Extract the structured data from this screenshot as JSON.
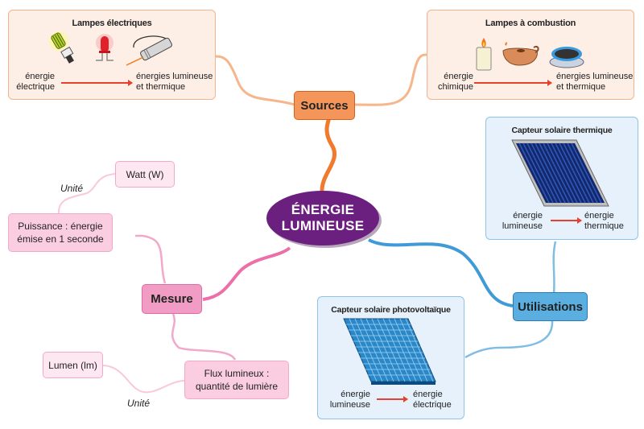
{
  "center": {
    "line1": "ÉNERGIE",
    "line2": "LUMINEUSE"
  },
  "sources": {
    "label": "Sources",
    "electric": {
      "title": "Lampes électriques",
      "icons": [
        "cfl-bulb-icon",
        "led-icon",
        "laser-pointer-icon"
      ],
      "from": [
        "énergie",
        "électrique"
      ],
      "to": [
        "énergies lumineuse",
        "et thermique"
      ]
    },
    "combustion": {
      "title": "Lampes à combustion",
      "icons": [
        "candle-icon",
        "oil-lamp-icon",
        "gas-burner-icon"
      ],
      "from": [
        "énergie",
        "chimique"
      ],
      "to": [
        "énergies lumineuse",
        "et thermique"
      ]
    }
  },
  "utilisations": {
    "label": "Utilisations",
    "thermal": {
      "title": "Capteur solaire thermique",
      "icon": "solar-thermal-panel-icon",
      "from": [
        "énergie",
        "lumineuse"
      ],
      "to": [
        "énergie",
        "thermique"
      ]
    },
    "photovoltaic": {
      "title": "Capteur solaire photovoltaïque",
      "icon": "photovoltaic-panel-icon",
      "from": [
        "énergie",
        "lumineuse"
      ],
      "to": [
        "énergie",
        "électrique"
      ]
    }
  },
  "mesure": {
    "label": "Mesure",
    "puissance": {
      "lines": [
        "Puissance : énergie",
        "émise en 1 seconde"
      ],
      "unit_label": "Unité",
      "unit": "Watt (W)"
    },
    "flux": {
      "lines": [
        "Flux lumineux :",
        "quantité de lumière"
      ],
      "unit_label": "Unité",
      "unit": "Lumen (lm)"
    }
  },
  "colors": {
    "sources": "#f4955a",
    "utilisations": "#5aaee0",
    "mesure": "#f09cc4",
    "center": "#6b1f7e",
    "arrow": "#e8402c"
  }
}
